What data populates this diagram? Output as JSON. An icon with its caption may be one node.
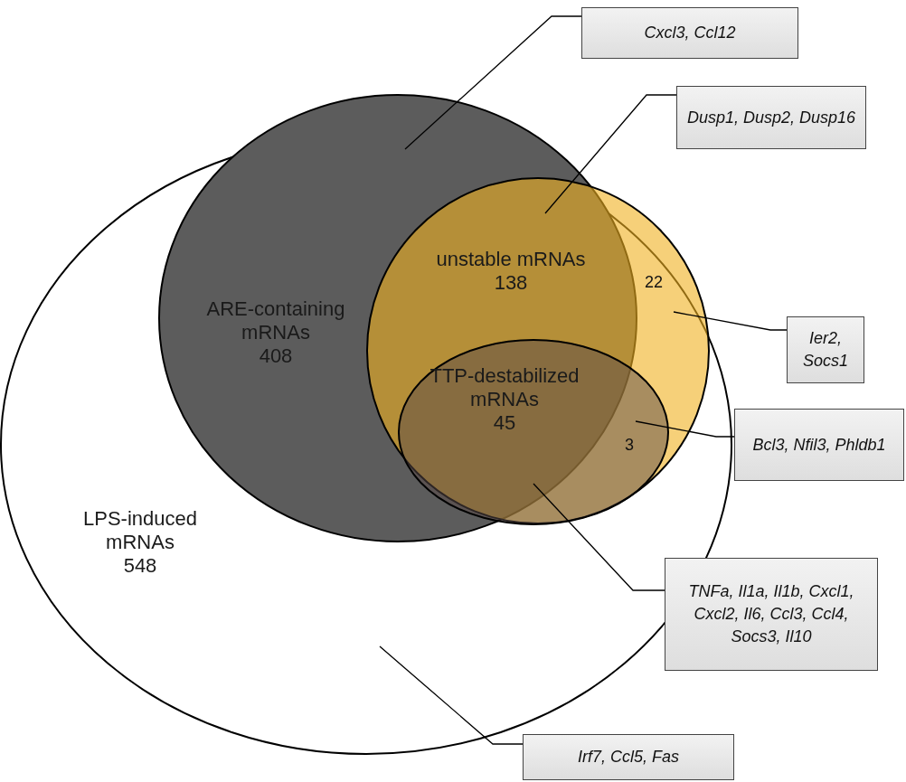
{
  "diagram": {
    "nodes": [
      {
        "text": [
          "LPS-induced mRNAs",
          "548"
        ]
      },
      {
        "text": [
          "ARE-containing mRNAs",
          "408"
        ]
      },
      {
        "text": [
          "unstable mRNAs",
          "138"
        ],
        "in": 0
      },
      {
        "text": [
          "TTP-destabilized mRNAs",
          "45"
        ],
        "in": 2
      },
      {
        "text": [
          "Cxcl3, Ccl12"
        ]
      },
      {
        "text": [
          "Dusp1, Dusp2, Dusp16"
        ]
      },
      {
        "text": [
          "Ier2, Socs1"
        ]
      },
      {
        "text": [
          "Bcl3, Nfil3, Phldb1"
        ]
      },
      {
        "text": [
          "TNFa, Il1a, Il1b, Cxcl1, Cxcl2, Il6, Ccl3, Ccl4, Socs3, Il10"
        ]
      },
      {
        "text": [
          "Irf7, Ccl5, Fas"
        ]
      }
    ],
    "edges": [
      {
        "from": 4,
        "to": 1,
        "arrow": "none"
      },
      {
        "from": 5,
        "to": 1,
        "arrow": "none"
      },
      {
        "from": 6,
        "to": 2,
        "arrow": "none"
      },
      {
        "from": 7,
        "to": 3,
        "arrow": "none"
      },
      {
        "from": 8,
        "to": 3,
        "arrow": "none"
      },
      {
        "from": 9,
        "to": 0,
        "arrow": "none"
      }
    ],
    "labels": [
      "22",
      "3"
    ]
  }
}
